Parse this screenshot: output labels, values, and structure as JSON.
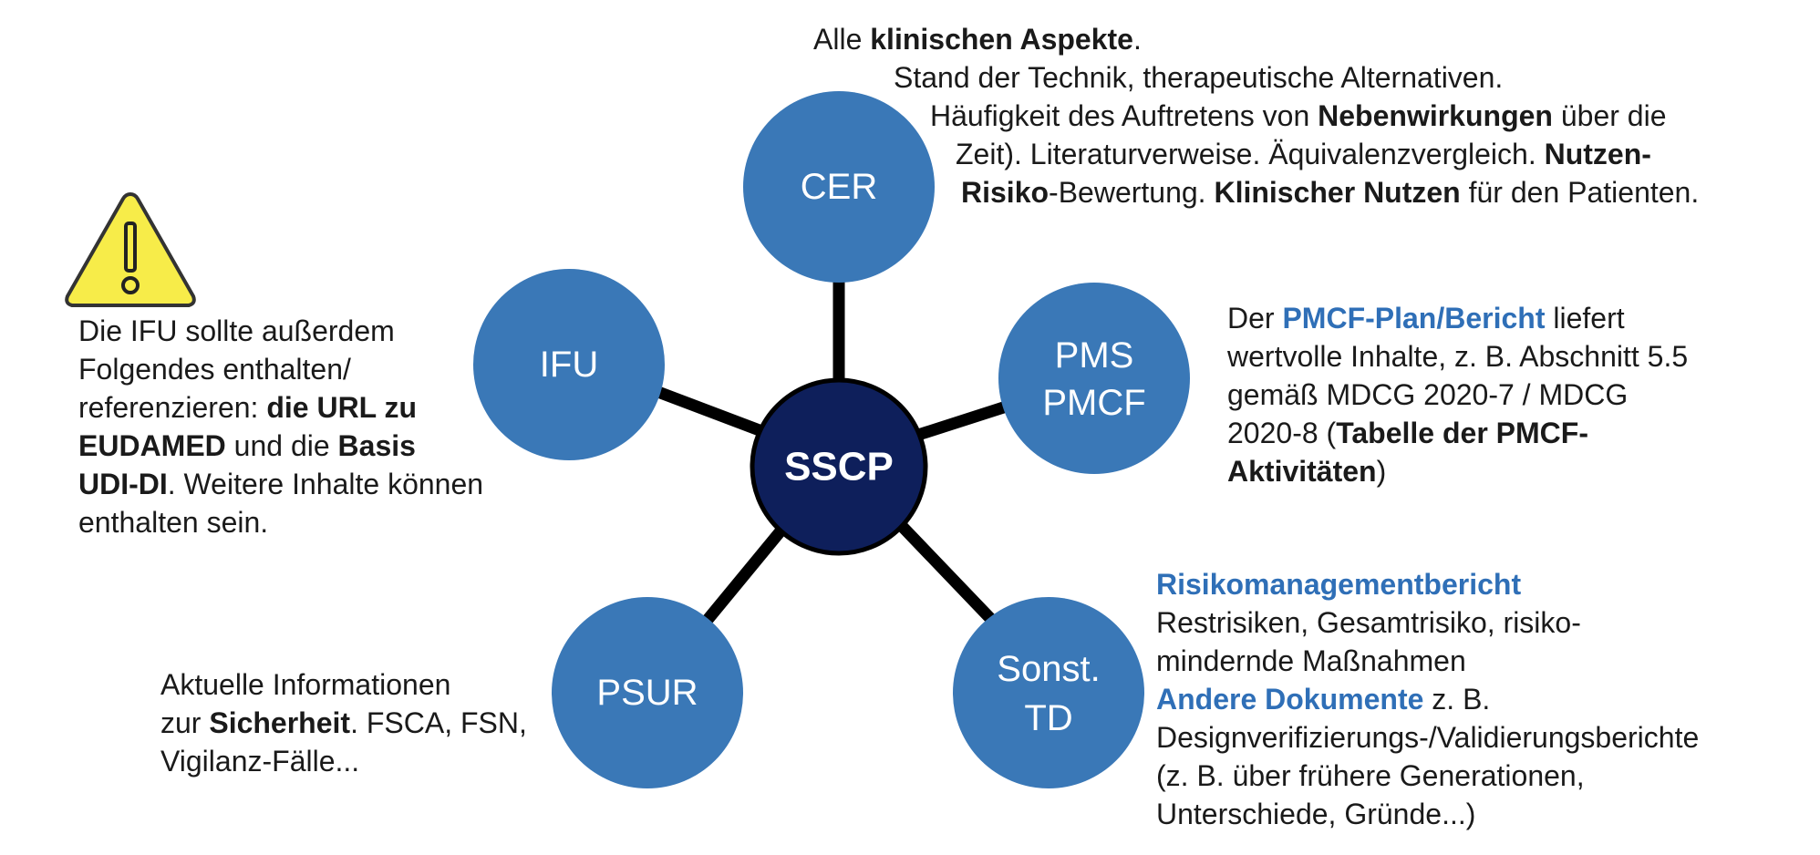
{
  "colors": {
    "satellite": "#3a78b7",
    "center": "#0e1f5b",
    "accent_text": "#2f6fb7",
    "warning_fill": "#f7ec49"
  },
  "diagram": {
    "center": "SSCP",
    "nodes": {
      "cer": "CER",
      "ifu": "IFU",
      "pms_line1": "PMS",
      "pms_line2": "PMCF",
      "psur": "PSUR",
      "td_line1": "Sonst.",
      "td_line2": "TD"
    }
  },
  "warning_icon": "warning-triangle-icon",
  "texts": {
    "cer": {
      "l1a": "Alle ",
      "l1b": "klinischen Aspekte",
      "l1c": ".",
      "l2": "Stand der Technik, therapeutische Alternativen.",
      "l3a": "Häufigkeit des Auftretens von ",
      "l3b": "Nebenwirkungen",
      "l3c": " über die",
      "l4a": "Zeit). Literaturverweise. Äquivalenzvergleich. ",
      "l4b": "Nutzen-",
      "l5a": "Risiko",
      "l5b": "-Bewertung. ",
      "l5c": "Klinischer Nutzen",
      "l5d": " für den Patienten."
    },
    "ifu": {
      "l1": "Die IFU sollte außerdem",
      "l2": "Folgendes enthalten/",
      "l3a": "referenzieren: ",
      "l3b": "die URL zu",
      "l4a": "EUDAMED",
      "l4b": " und die ",
      "l4c": "Basis",
      "l5a": "UDI-DI",
      "l5b": ". Weitere Inhalte können",
      "l6": "enthalten sein."
    },
    "pmcf": {
      "l1a": "Der ",
      "l1b": "PMCF-Plan/Bericht",
      "l1c": " liefert",
      "l2": "wertvolle Inhalte, z. B. Abschnitt 5.5",
      "l3": "gemäß MDCG 2020-7 / MDCG",
      "l4a": "2020-8 (",
      "l4b": "Tabelle der PMCF-",
      "l5a": "Aktivitäten",
      "l5b": ")"
    },
    "psur": {
      "l1": "Aktuelle Informationen",
      "l2a": "zur ",
      "l2b": "Sicherheit",
      "l2c": ". FSCA, FSN,",
      "l3": "Vigilanz-Fälle..."
    },
    "td": {
      "l1": "Risikomanagementbericht",
      "l2": "Restrisiken, Gesamtrisiko, risiko-",
      "l3": "mindernde Maßnahmen",
      "l4a": "Andere Dokumente",
      "l4b": " z. B.",
      "l5": "Designverifizierungs-/Validierungsberichte",
      "l6": "(z. B. über frühere Generationen,",
      "l7": "Unterschiede, Gründe...)"
    }
  }
}
